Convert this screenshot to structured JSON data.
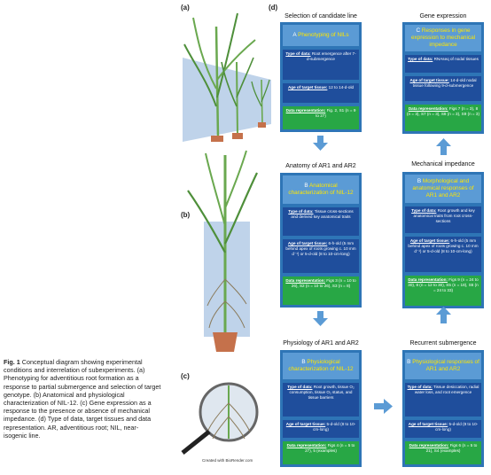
{
  "caption": {
    "lead": "Fig. 1",
    "text": " Conceptual diagram showing experimental conditions and interrelation of subexperiments. (a) Phenotyping for adventitious root formation as a response to partial submergence and selection of target genotype. (b) Anatomical and physiological characterization of NIL-12. (c) Gene expression as a response to the presence or absence of mechanical impedance. (d) Type of data, target tissues and data representation. AR, adventitious root; NIL, near-isogenic line."
  },
  "panel_labels": {
    "a": "(a)",
    "b": "(b)",
    "c": "(c)",
    "d": "(d)"
  },
  "credit": "Created with BioRender.com",
  "columns": {
    "left": [
      {
        "title": "Selection of candidate line",
        "header_prefix": "A ",
        "header": "Phenotyping of NILs",
        "sections": [
          {
            "label": "Type of data:",
            "text": " Root emergence after 7-d-submergence"
          },
          {
            "label": "Age of target tissue:",
            "text": " 12 to 14-d-old"
          },
          {
            "label": "Data representation:",
            "text": " Fig. 2, S1 (n = 9 to 27)",
            "green": true
          }
        ]
      },
      {
        "title": "Anatomy of AR1 and AR2",
        "header_prefix": "B ",
        "header": "Anatomical characterization of NIL-12",
        "sections": [
          {
            "label": "Type of data:",
            "text": " Tissue cross-sections and derived key anatomical traits"
          },
          {
            "label": "Age of target tissue:",
            "text": " 6-h-old (5 mm behind apex of roots growing c. 10 mm d⁻¹) or 5-d-old (8 to 10-cm-long)"
          },
          {
            "label": "Data representation:",
            "text": " Figs 3 (n = 10 to 26), S2 (n = 10 to 26), S3 (n = 8)",
            "green": true
          }
        ]
      },
      {
        "title": "Physiology of AR1 and AR2",
        "header_prefix": "B ",
        "header": "Physiological characterization of NIL-12",
        "sections": [
          {
            "label": "Type of data:",
            "text": " Root growth, tissue O₂ consumption, tissue O₂ status, and tissue barriers"
          },
          {
            "label": "Age of target tissue:",
            "text": " 5-d-old (8 to 10-cm-long)"
          },
          {
            "label": "Data representation:",
            "text": " Figs 4 (n = 5 to 27), 5 (examples)",
            "green": true
          }
        ]
      }
    ],
    "right": [
      {
        "title": "Gene expression",
        "header_prefix": "C ",
        "header": "Responses in gene expression to mechanical impedance",
        "sections": [
          {
            "label": "Type of data:",
            "text": " RNAseq of nodal tissues"
          },
          {
            "label": "Age of target tissue:",
            "text": " 14-d-old nodal tissue following 9-d-submergence"
          },
          {
            "label": "Data representation:",
            "text": " Figs 7 (n = 3), 8 (n = 3), S7 (n = 3), S8 (n = 3), S9 (n = 3)",
            "green": true
          }
        ]
      },
      {
        "title": "Mechanical impedance",
        "header_prefix": "B ",
        "header": "Morphological and anatomical responses of AR1 and AR2",
        "sections": [
          {
            "label": "Type of data:",
            "text": " Root growth and key anatomical traits from root cross-sections"
          },
          {
            "label": "Age of target tissue:",
            "text": " 6-h-old (5 mm behind apex of roots growing c. 10 mm d⁻¹) or 5-d-old (8 to 10-cm-long)"
          },
          {
            "label": "Data representation:",
            "text": " Figs 9 (n = 24 to 30), 8 (n = 12 to 30), S5 (n = 18), S6 (n = 24 to 33)",
            "green": true
          }
        ]
      },
      {
        "title": "Recurrent submergence",
        "header_prefix": "B ",
        "header": "Physiological responses of AR1 and AR2",
        "sections": [
          {
            "label": "Type of data:",
            "text": " Tissue desiccation, radial water loss, and root emergence"
          },
          {
            "label": "Age of target tissue:",
            "text": " 5-d-old (8 to 10-cm-long)"
          },
          {
            "label": "Data representation:",
            "text": " Figs 6 (n = 5 to 21), S4 (examples)",
            "green": true
          }
        ]
      }
    ]
  },
  "colors": {
    "box": "#2e75b6",
    "header": "#5b9bd5",
    "section": "#1f4e9c",
    "green": "#28a745",
    "highlight": "#ffe600",
    "arrow": "#5b9bd5"
  }
}
